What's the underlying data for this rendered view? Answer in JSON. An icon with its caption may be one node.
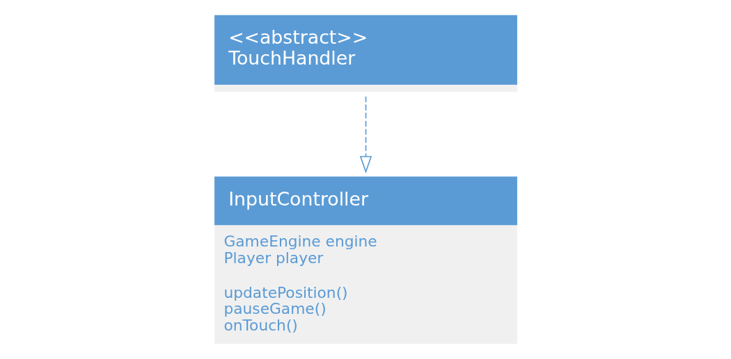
{
  "diagram": {
    "nodes": [
      {
        "text": [
          "<<abstract>> TouchHandler"
        ]
      },
      {
        "text": [
          "InputController",
          "GameEngine engine Player player",
          "updatePosition() pauseGame() onTouch()"
        ]
      }
    ],
    "edges": [
      {
        "from": 0,
        "to": 1,
        "arrow": "to",
        "style": "dashed"
      }
    ]
  }
}
